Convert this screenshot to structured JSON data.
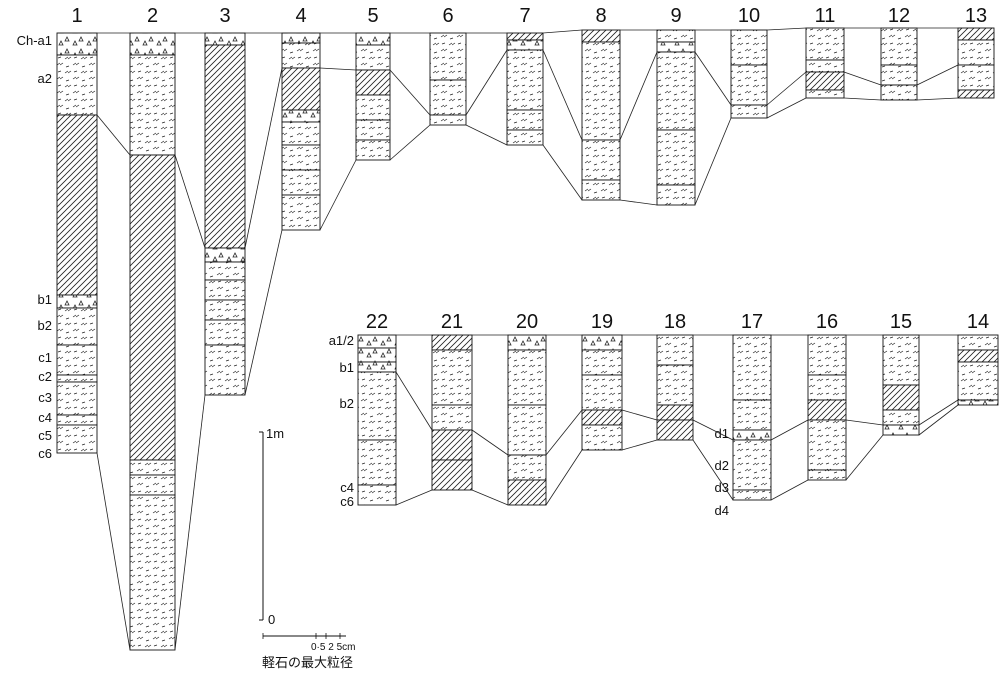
{
  "columns_top": [
    "1",
    "2",
    "3",
    "4",
    "5",
    "6",
    "7",
    "8",
    "9",
    "10",
    "11",
    "12",
    "13"
  ],
  "columns_bottom": [
    "22",
    "21",
    "20",
    "19",
    "18",
    "17",
    "16",
    "15",
    "14"
  ],
  "unit_labels_col1": {
    "ch_a1": "Ch-a1",
    "a2": "a2",
    "b1": "b1",
    "b2": "b2",
    "c1": "c1",
    "c2": "c2",
    "c3": "c3",
    "c4": "c4",
    "c5": "c5",
    "c6": "c6"
  },
  "unit_labels_col22": {
    "a1_2": "a1/2",
    "b1": "b1",
    "b2": "b2",
    "c4": "c4",
    "c6": "c6"
  },
  "unit_labels_col17": {
    "d1": "d1",
    "d2": "d2",
    "d3": "d3",
    "d4": "d4"
  },
  "scale": {
    "top": "1m",
    "bottom": "0"
  },
  "grain_scale": {
    "ticks": "0·5 2  5cm",
    "caption": "軽石の最大粒径"
  },
  "colors": {
    "ink": "#1a1a1a",
    "paper": "#ffffff"
  }
}
